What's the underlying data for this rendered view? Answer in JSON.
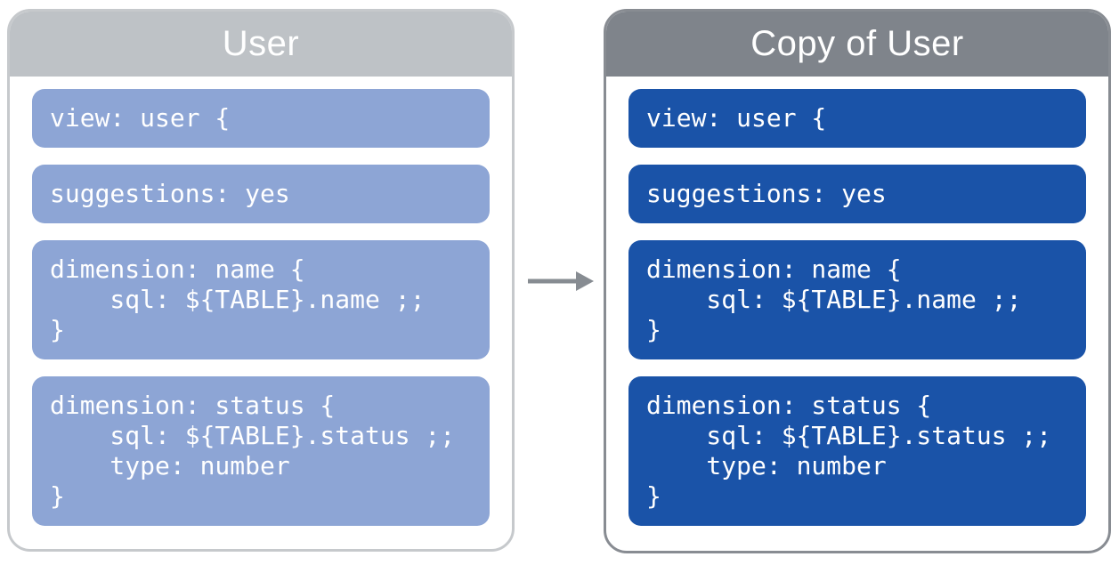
{
  "text_color": "#ffffff",
  "arrow": {
    "color": "#878c92"
  },
  "panels": [
    {
      "title": "User",
      "header_color": "#bec2c6",
      "border_color": "#c6c9cc",
      "body_color": "#ffffff",
      "block_color": "#8da5d5",
      "blocks": [
        [
          "view: user {"
        ],
        [
          "suggestions: yes"
        ],
        [
          "dimension: name {",
          "    sql: ${TABLE}.name ;;",
          "}"
        ],
        [
          "dimension: status {",
          "    sql: ${TABLE}.status ;;",
          "    type: number",
          "}"
        ]
      ]
    },
    {
      "title": "Copy of User",
      "header_color": "#7f848b",
      "border_color": "#888c92",
      "body_color": "#ffffff",
      "block_color": "#1a53a8",
      "blocks": [
        [
          "view: user {"
        ],
        [
          "suggestions: yes"
        ],
        [
          "dimension: name {",
          "    sql: ${TABLE}.name ;;",
          "}"
        ],
        [
          "dimension: status {",
          "    sql: ${TABLE}.status ;;",
          "    type: number",
          "}"
        ]
      ]
    }
  ]
}
